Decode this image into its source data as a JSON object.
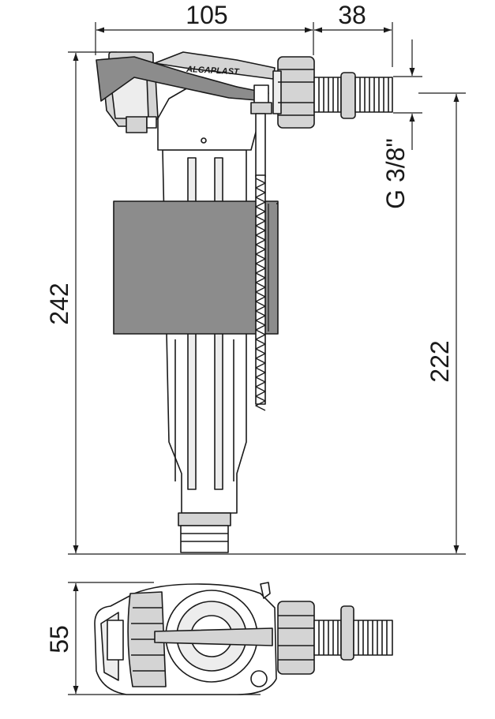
{
  "dimensions": {
    "width_top": "105",
    "inlet_length": "38",
    "total_height": "242",
    "inlet_height": "222",
    "thread": "G 3/8\"",
    "plan_depth": "55"
  },
  "logo": "ALCAPLAST",
  "colors": {
    "line": "#1a1a1a",
    "float_fill": "#8c8c8c",
    "part_fill": "#d4d4d4",
    "light_fill": "#ededed",
    "background": "#ffffff"
  }
}
